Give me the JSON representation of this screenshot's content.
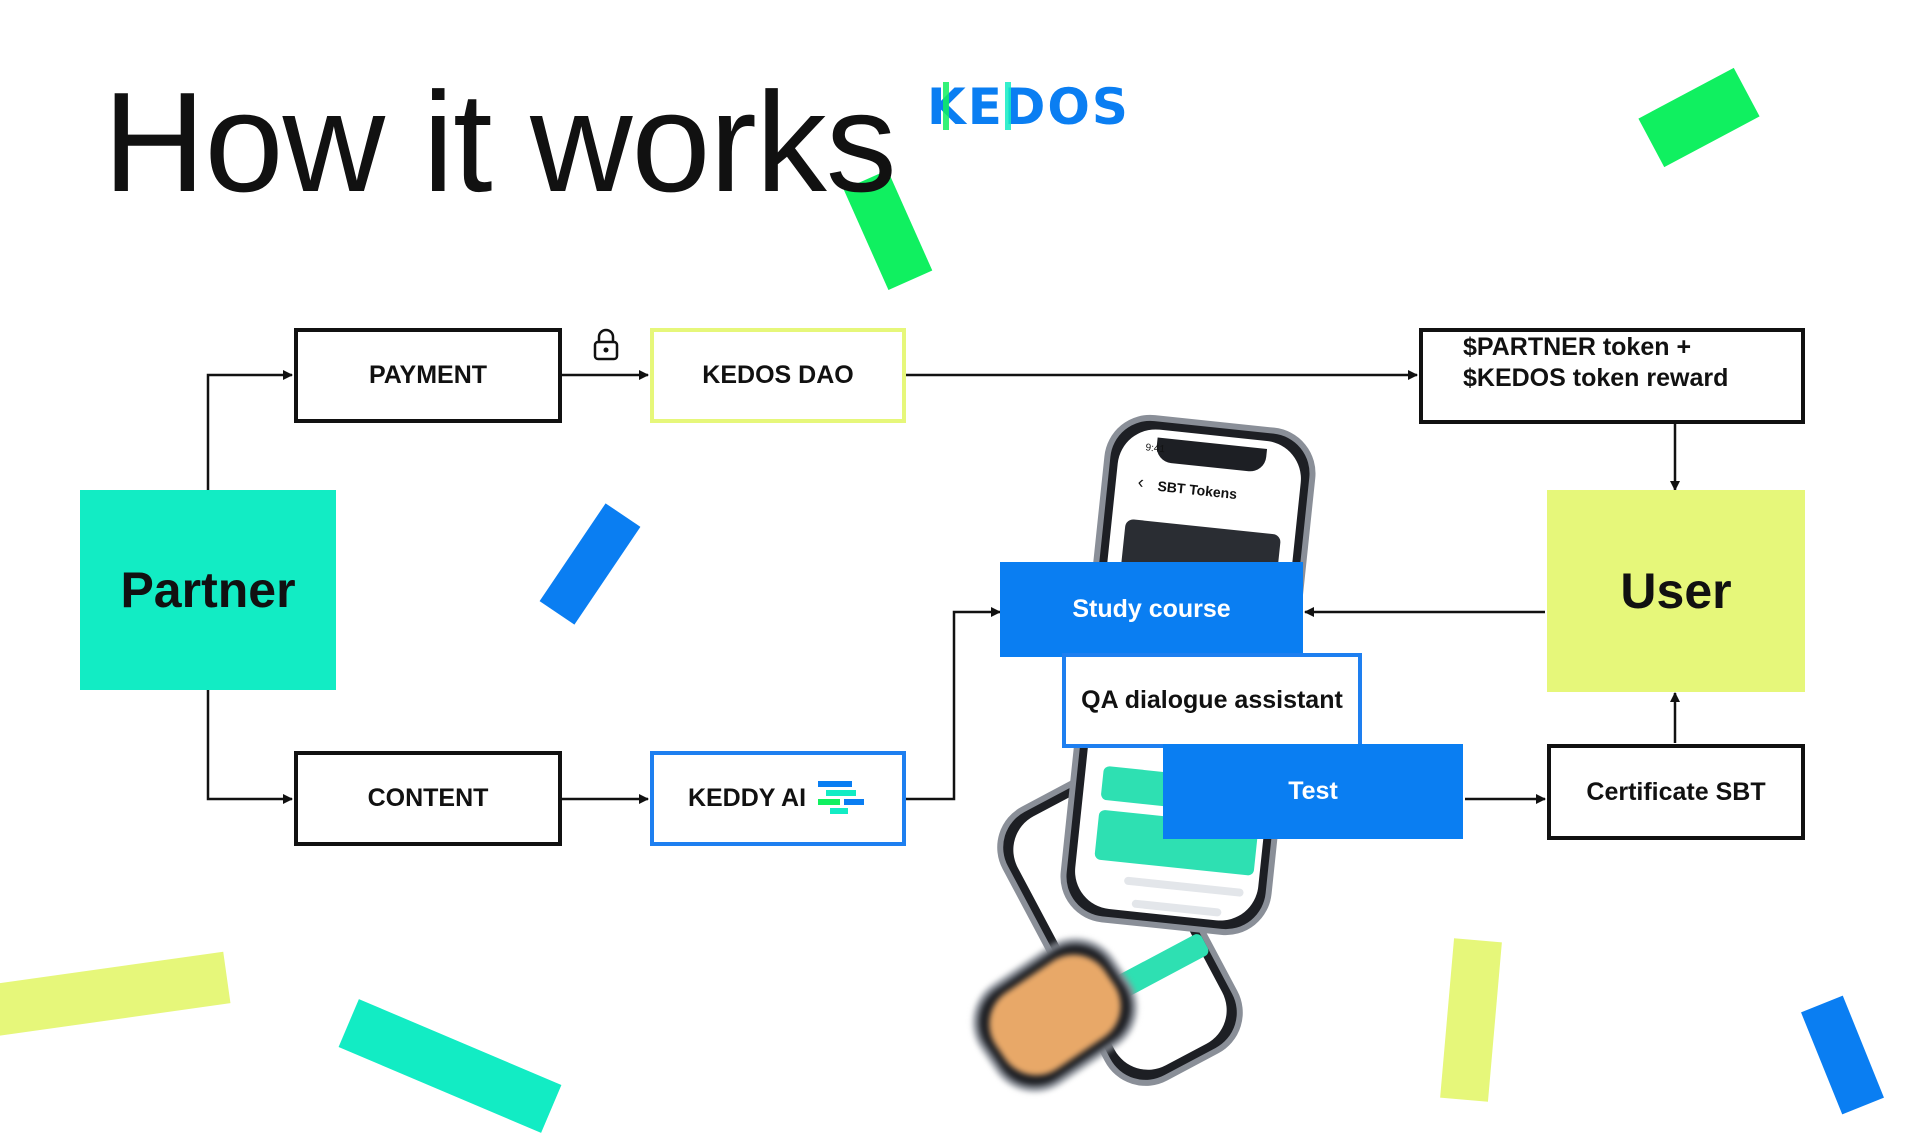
{
  "title": "How it works",
  "logo": "KEDOS",
  "nodes": {
    "partner": "Partner",
    "payment": "PAYMENT",
    "content": "CONTENT",
    "kedos_dao": "KEDOS DAO",
    "keddy_ai": "KEDDY AI",
    "reward_line1": "$PARTNER token +",
    "reward_line2": "$KEDOS token reward",
    "user": "User",
    "study_course": "Study course",
    "qa_assistant": "QA dialogue assistant",
    "test": "Test",
    "certificate": "Certificate SBT"
  },
  "phone": {
    "time": "9:41",
    "screen_title": "SBT Tokens",
    "back_glyph": "‹"
  },
  "icons": {
    "lock": "lock-icon",
    "arrow": "arrow-head-icon"
  },
  "colors": {
    "teal": "#12ecc4",
    "lime": "#e6f77a",
    "blue": "#0a7ef2",
    "green": "#10f060",
    "black": "#111111"
  }
}
